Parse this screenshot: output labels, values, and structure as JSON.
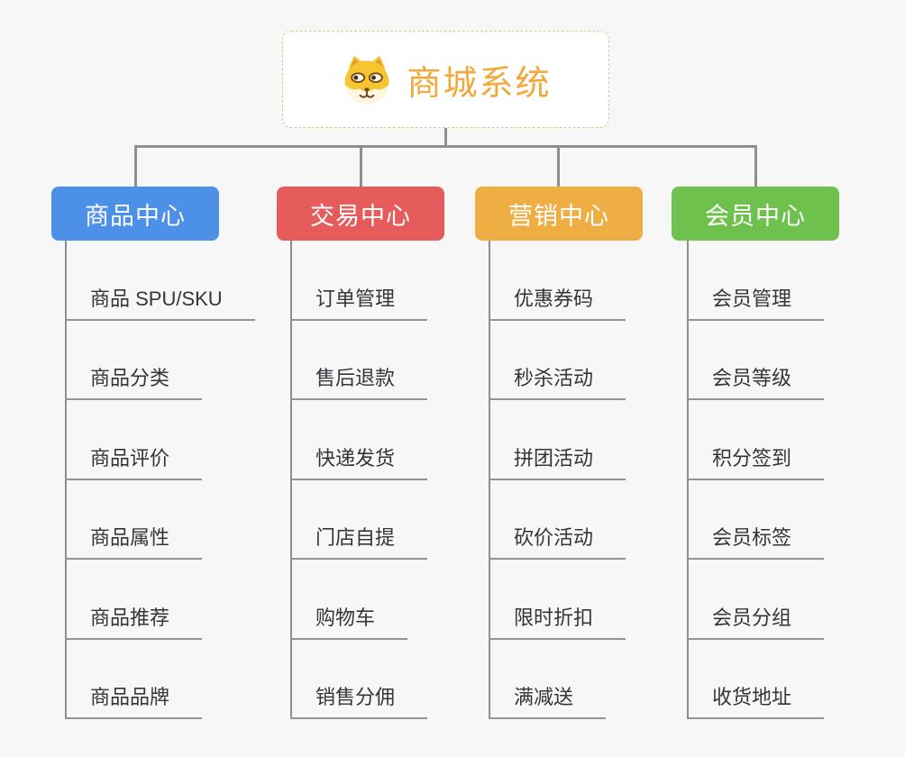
{
  "root": {
    "title": "商城系统",
    "icon": "shiba-dog-icon",
    "accent_color": "#f2a93b",
    "border_color": "#f0c382"
  },
  "connector_color": "#8e8e8e",
  "background_color": "#f7f7f7",
  "branches": [
    {
      "label": "商品中心",
      "color": "#4d90e8",
      "children": [
        "商品 SPU/SKU",
        "商品分类",
        "商品评价",
        "商品属性",
        "商品推荐",
        "商品品牌"
      ]
    },
    {
      "label": "交易中心",
      "color": "#e65c5c",
      "children": [
        "订单管理",
        "售后退款",
        "快递发货",
        "门店自提",
        "购物车",
        "销售分佣"
      ]
    },
    {
      "label": "营销中心",
      "color": "#eeae44",
      "children": [
        "优惠券码",
        "秒杀活动",
        "拼团活动",
        "砍价活动",
        "限时折扣",
        "满减送"
      ]
    },
    {
      "label": "会员中心",
      "color": "#6ec14c",
      "children": [
        "会员管理",
        "会员等级",
        "积分签到",
        "会员标签",
        "会员分组",
        "收货地址"
      ]
    }
  ]
}
